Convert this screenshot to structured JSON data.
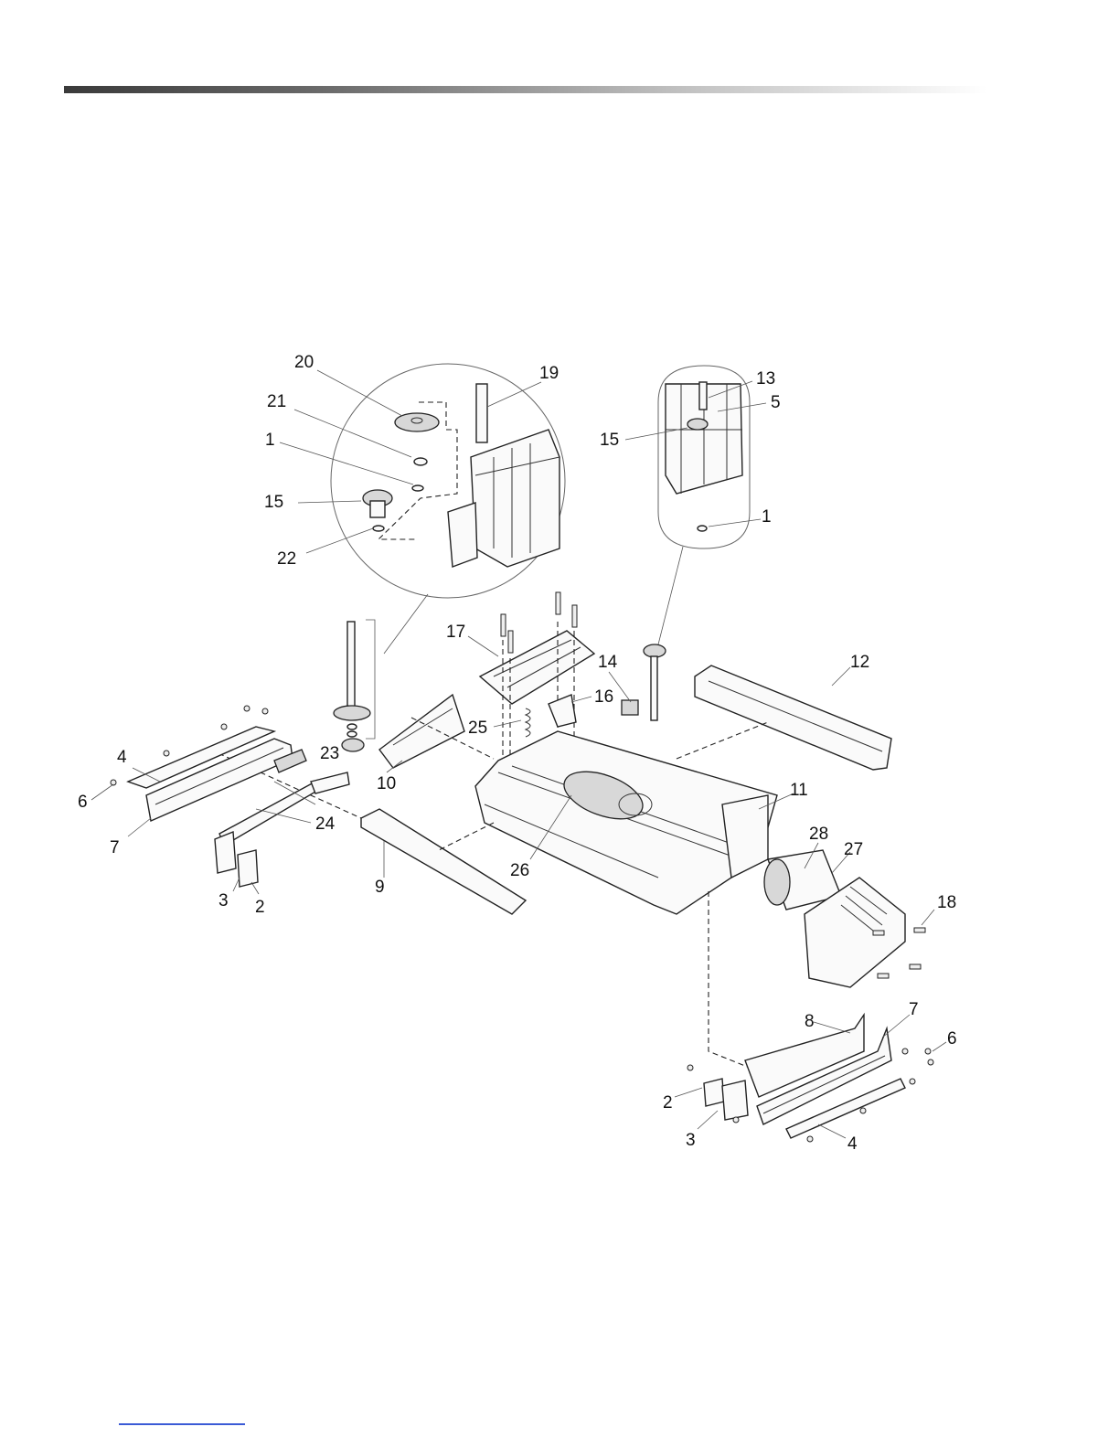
{
  "diagram": {
    "callouts": [
      "1",
      "2",
      "3",
      "4",
      "5",
      "6",
      "7",
      "8",
      "9",
      "10",
      "11",
      "12",
      "13",
      "14",
      "15",
      "16",
      "17",
      "18",
      "19",
      "20",
      "21",
      "22",
      "23",
      "24",
      "25",
      "26",
      "27",
      "28"
    ],
    "left_group": [
      "4",
      "6",
      "7",
      "23",
      "24",
      "3",
      "2"
    ],
    "right_group": [
      "8",
      "7",
      "6",
      "2",
      "3",
      "4"
    ],
    "detail_left": [
      "20",
      "19",
      "21",
      "1",
      "15",
      "22"
    ],
    "detail_right": [
      "13",
      "5",
      "15",
      "1"
    ]
  }
}
